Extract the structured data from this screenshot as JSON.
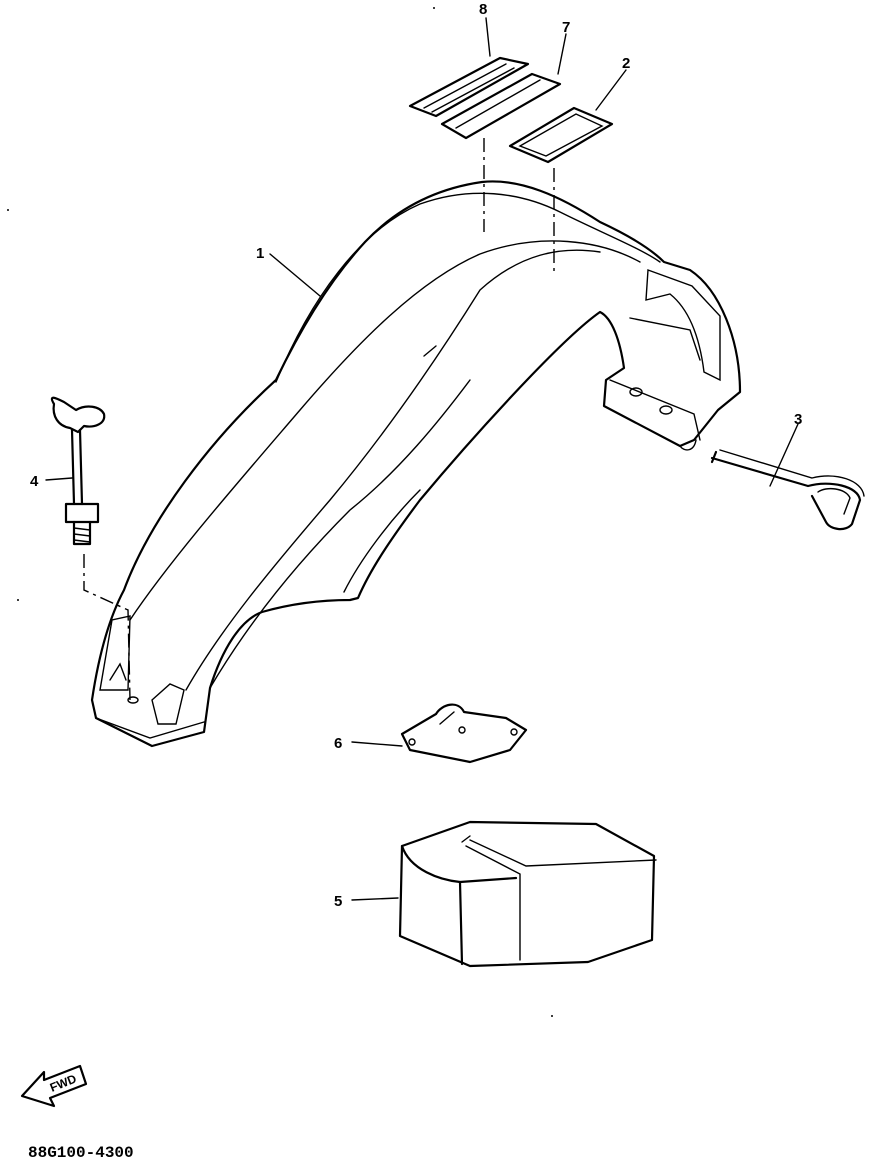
{
  "callouts": {
    "c1": "1",
    "c2": "2",
    "c3": "3",
    "c4": "4",
    "c5": "5",
    "c6": "6",
    "c7": "7",
    "c8": "8"
  },
  "fwd_label": "FWD",
  "drawing_code": "88G100-4300"
}
